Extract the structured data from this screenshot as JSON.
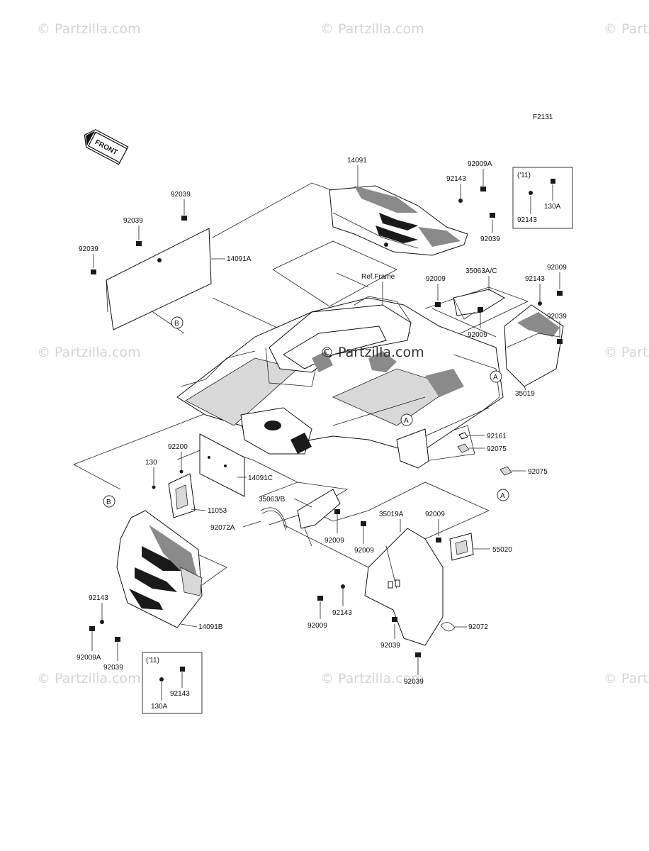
{
  "watermark": "© Partzilla.com",
  "diagram_code": "F2131",
  "front_label": "FRONT",
  "ref_frame": "Ref.Frame",
  "variant_label": "('11)",
  "ref_marks": {
    "a": "A",
    "b": "B"
  },
  "parts": {
    "p14091": "14091",
    "p14091A": "14091A",
    "p14091B": "14091B",
    "p14091C": "14091C",
    "p92039": "92039",
    "p92009": "92009",
    "p92009A": "92009A",
    "p92143": "92143",
    "p130A": "130A",
    "p130": "130",
    "p35063AC": "35063A/C",
    "p35063B": "35063/B",
    "p35019": "35019",
    "p35019A": "35019A",
    "p92161": "92161",
    "p92075": "92075",
    "p92200": "92200",
    "p11053": "11053",
    "p92072A": "92072A",
    "p92072": "92072",
    "p55020": "55020"
  }
}
